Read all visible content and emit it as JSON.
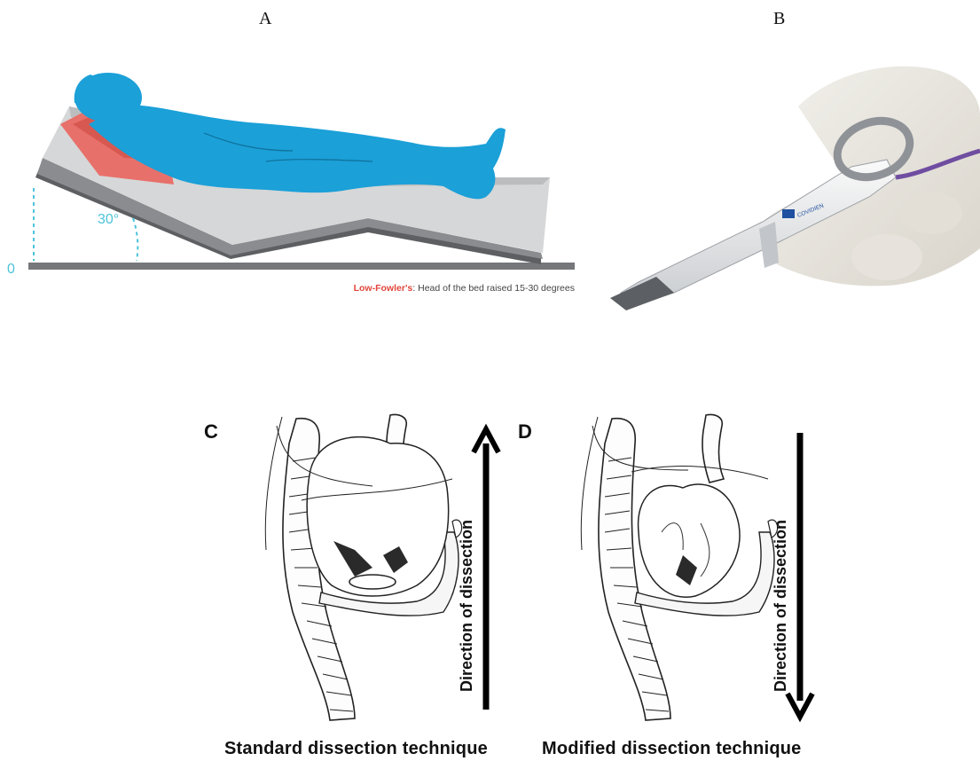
{
  "panels": {
    "a_label": "A",
    "b_label": "B",
    "c_label": "C",
    "d_label": "D"
  },
  "bed": {
    "zero_label": "0",
    "angle_label": "30°",
    "caption_bold": "Low-Fowler's",
    "caption_rest": ": Head of the bed raised 15-30 degrees",
    "colors": {
      "figure": "#1ba0d8",
      "pillow": "#e8706a",
      "bed_top": "#d8d9da",
      "bed_side": "#6e7073",
      "floor": "#75777a",
      "caption": "#e2453c",
      "angle": "#4cc3d9"
    }
  },
  "stapler": {
    "brand_text": "COVIDIEN"
  },
  "dissection": {
    "standard": {
      "arrow_label": "Direction of dissection",
      "caption": "Standard dissection technique",
      "arrow_direction": "up"
    },
    "modified": {
      "arrow_label": "Direction of dissection",
      "caption": "Modified dissection technique",
      "arrow_direction": "down"
    }
  }
}
